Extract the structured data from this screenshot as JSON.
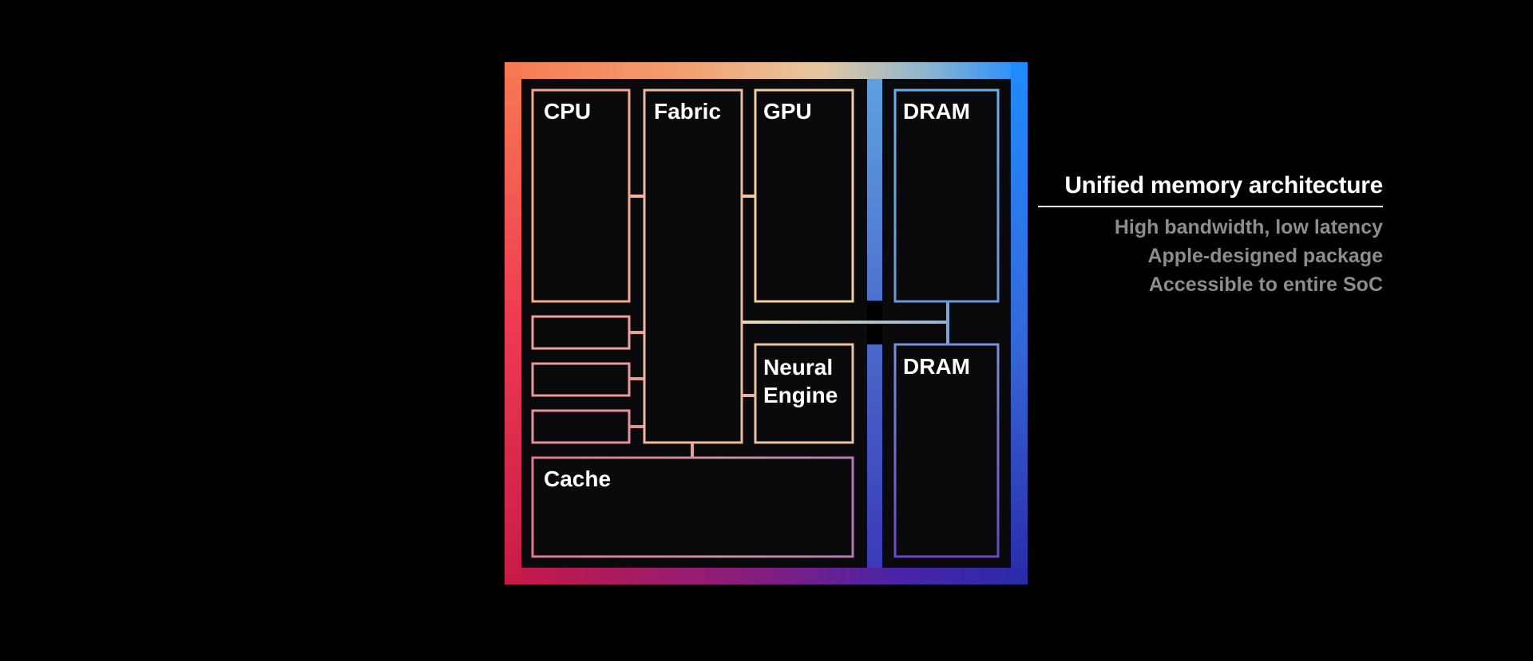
{
  "diagram": {
    "blocks": {
      "cpu": "CPU",
      "fabric": "Fabric",
      "gpu": "GPU",
      "dram_top": "DRAM",
      "neural_engine_line1": "Neural",
      "neural_engine_line2": "Engine",
      "dram_bottom": "DRAM",
      "cache": "Cache"
    }
  },
  "legend": {
    "title": "Unified memory architecture",
    "items": [
      "High bandwidth, low latency",
      "Apple-designed package",
      "Accessible to entire SoC"
    ]
  },
  "colors": {
    "background": "#000000",
    "gradient_orange": "#f77a52",
    "gradient_red": "#e8254c",
    "gradient_blue": "#1e8cff",
    "gradient_indigo": "#2a2aa8",
    "legend_muted": "#8d8d8d"
  }
}
